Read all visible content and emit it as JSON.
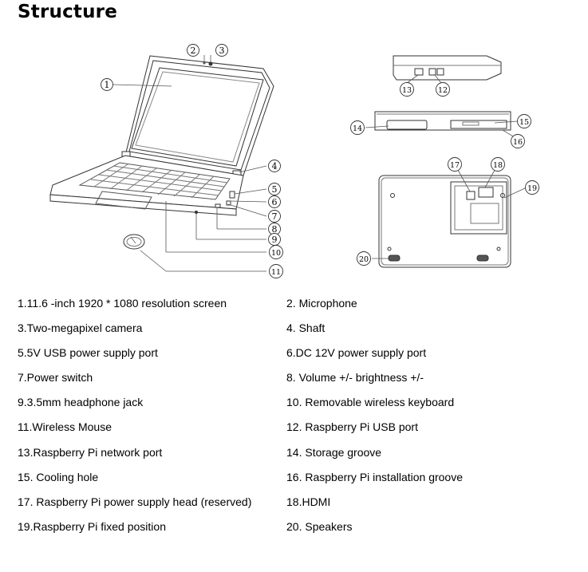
{
  "title": "Structure",
  "callouts": [
    "1",
    "2",
    "3",
    "4",
    "5",
    "6",
    "7",
    "8",
    "9",
    "10",
    "11",
    "12",
    "13",
    "14",
    "15",
    "16",
    "17",
    "18",
    "19",
    "20"
  ],
  "legend": [
    [
      "1.11.6 -inch 1920 * 1080 resolution screen",
      "2. Microphone"
    ],
    [
      "3.Two-megapixel camera",
      "4. Shaft"
    ],
    [
      "5.5V USB power supply port",
      "6.DC 12V power supply port"
    ],
    [
      "7.Power switch",
      "8. Volume +/-  brightness +/-"
    ],
    [
      "9.3.5mm headphone jack",
      "10. Removable wireless keyboard"
    ],
    [
      "11.Wireless Mouse",
      "12. Raspberry Pi USB port"
    ],
    [
      "13.Raspberry Pi network port",
      "14. Storage groove"
    ],
    [
      "15. Cooling hole",
      "16. Raspberry Pi installation groove"
    ],
    [
      "17. Raspberry Pi power supply head (reserved)",
      "18.HDMI"
    ],
    [
      "19.Raspberry Pi fixed position",
      "20. Speakers"
    ]
  ]
}
